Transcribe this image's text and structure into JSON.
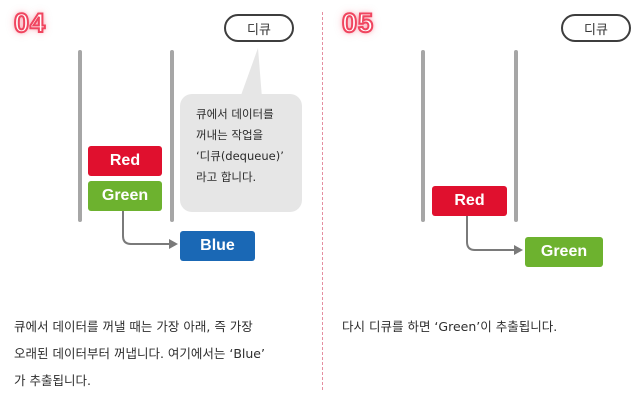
{
  "panel_left": {
    "step": "04",
    "tag": "디큐",
    "blocks": {
      "red": "Red",
      "green": "Green",
      "blue": "Blue"
    },
    "bubble_lines": [
      "큐에서 데이터를",
      "꺼내는 작업을",
      "‘디큐(dequeue)’",
      "라고 합니다."
    ],
    "caption_lines": [
      "큐에서 데이터를 꺼낼 때는 가장 아래, 즉 가장",
      "오래된 데이터부터 꺼냅니다. 여기에서는 ‘Blue’",
      "가 추출됩니다."
    ]
  },
  "panel_right": {
    "step": "05",
    "tag": "디큐",
    "blocks": {
      "red": "Red",
      "green": "Green"
    },
    "caption_lines": [
      "다시 디큐를 하면 ‘Green’이 추출됩니다."
    ]
  },
  "colors": {
    "step_outline": "#f0455f",
    "red_block": "#e0102e",
    "green_block": "#6db22f",
    "blue_block": "#1a68b5",
    "divider": "#e58ea0"
  }
}
